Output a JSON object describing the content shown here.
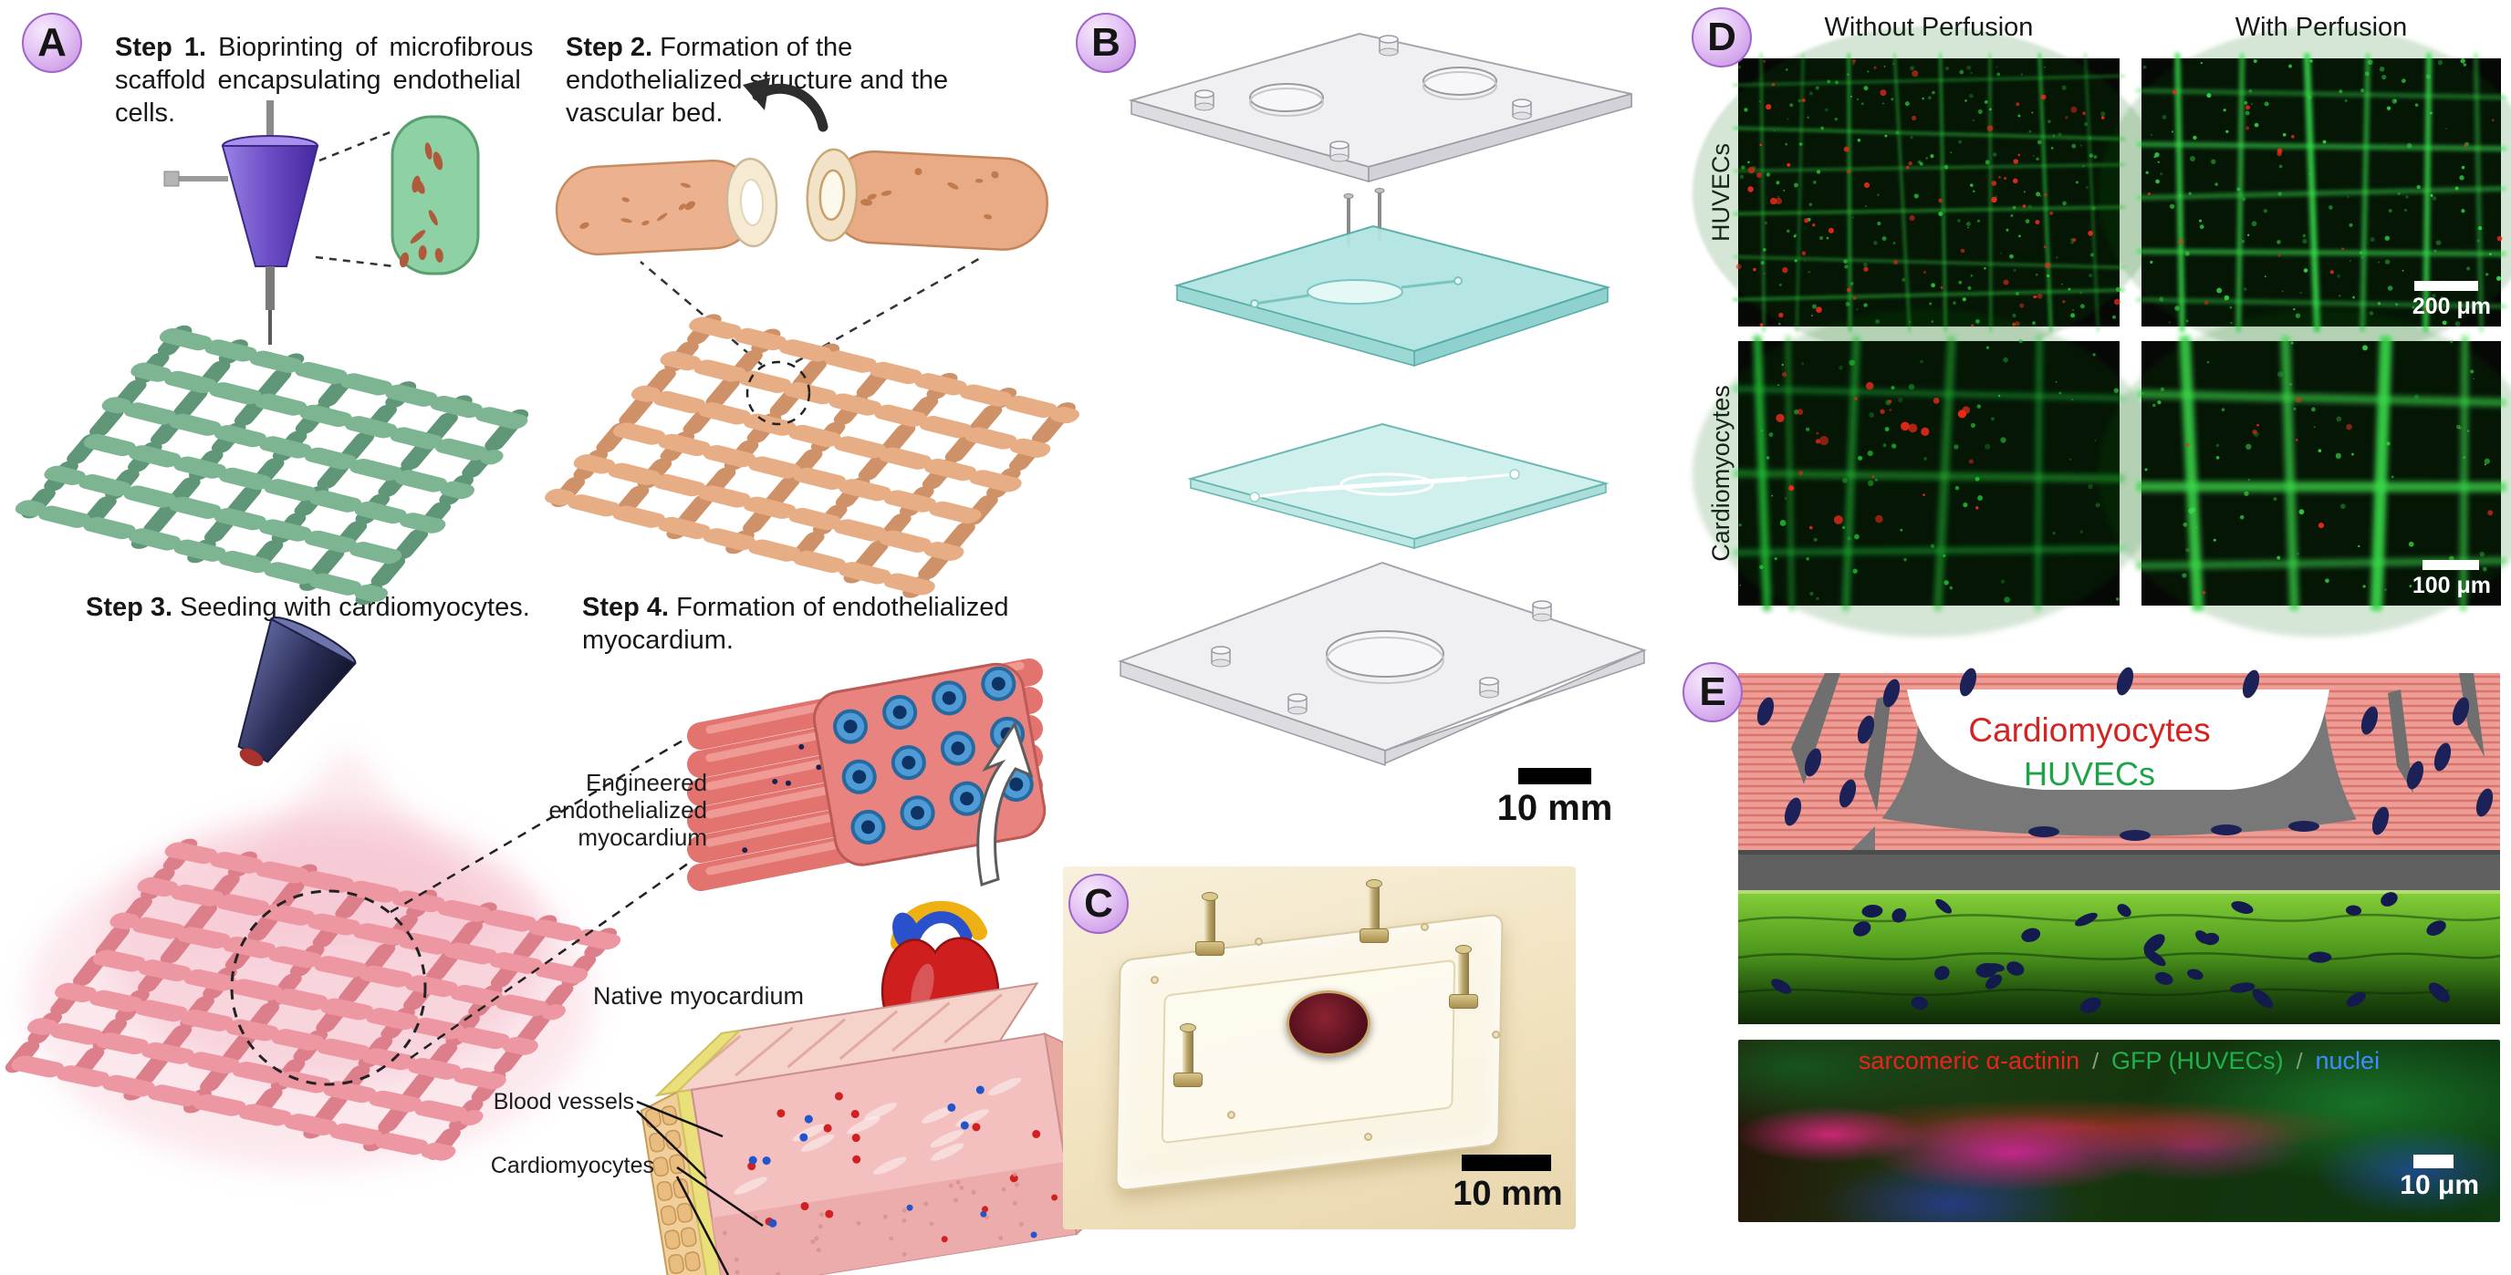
{
  "figure": {
    "panel_a": {
      "badge": "A",
      "step1_label": "Step 1.",
      "step1_text": "Bioprinting of microfibrous scaffold encapsulating endothelial cells.",
      "step2_label": "Step 2.",
      "step2_text": "Formation of the endothelialized structure and the vascular bed.",
      "step3_label": "Step 3.",
      "step3_text": "Seeding with cardiomyocytes.",
      "step4_label": "Step 4.",
      "step4_text": "Formation of endothelialized myocardium.",
      "engineered_label": "Engineered endothelialized myocardium",
      "native_label": "Native myocardium",
      "blood_vessels_label": "Blood vessels",
      "cardiomyocytes_label": "Cardiomyocytes"
    },
    "panel_b": {
      "badge": "B",
      "scale_bar": "10 mm"
    },
    "panel_c": {
      "badge": "C",
      "scale_bar": "10 mm"
    },
    "panel_d": {
      "badge": "D",
      "col_header_left": "Without Perfusion",
      "col_header_right": "With Perfusion",
      "row_header_top": "HUVECs",
      "row_header_bottom": "Cardiomyocytes",
      "scale_bar_top": "200 μm",
      "scale_bar_bottom": "100 μm"
    },
    "panel_e": {
      "badge": "E",
      "label_cardiomyocytes": "Cardiomyocytes",
      "label_huvecs": "HUVECs",
      "stain_red": "sarcomeric α-actinin",
      "stain_sep1": "/",
      "stain_green": "GFP (HUVECs)",
      "stain_sep2": "/",
      "stain_blue": "nuclei",
      "scale_bar": "10 μm"
    },
    "colors": {
      "badge_fill": "#e3c2f4",
      "badge_border": "#9f65c9",
      "stain_red": "#ea231e",
      "stain_green": "#1fb14b",
      "stain_blue": "#3f8cff",
      "schematic_red": "#d42421",
      "schematic_green": "#1ea348",
      "scaffold_green": "#7db492",
      "scaffold_orange": "#e7ad85",
      "scaffold_pink": "#ec97a2",
      "pdms_teal": "#b2e5e3"
    }
  }
}
